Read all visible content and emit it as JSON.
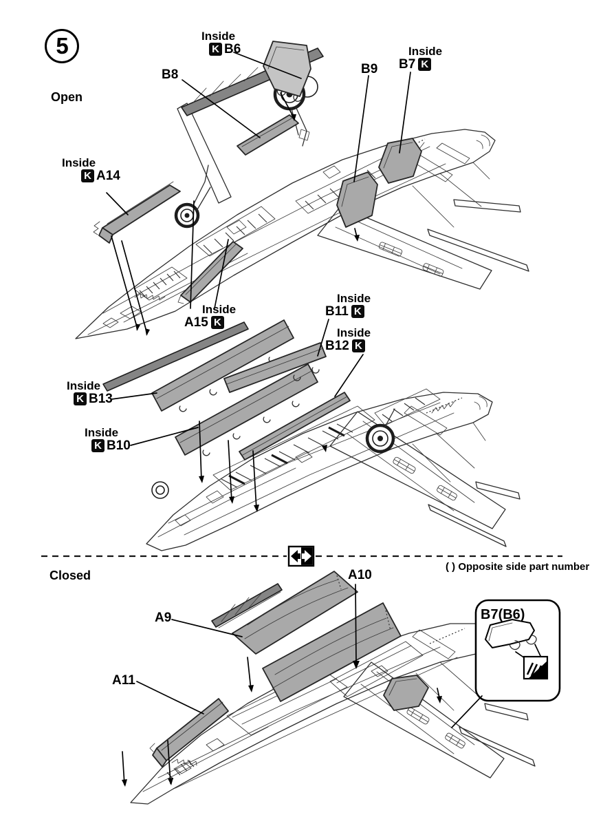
{
  "page": {
    "step_number": "5",
    "open_label": "Open",
    "closed_label": "Closed",
    "opposite_note": "( ) Opposite side part number"
  },
  "icons": {
    "flip_icon": "turn-to-opposite-side arrows",
    "k_marker": "K",
    "attachment_symbol": "hatched corner marker"
  },
  "colors": {
    "paper": "#ffffff",
    "line_art": "#2d2d2d",
    "part_fill": "#a9a9a9",
    "marker_bg": "#0c0c0c",
    "marker_fg": "#ffffff"
  },
  "labels": {
    "b6": {
      "prefix": "Inside",
      "symbol": "K",
      "part": "B6"
    },
    "b8": {
      "part": "B8"
    },
    "b9": {
      "part": "B9"
    },
    "b7": {
      "prefix": "Inside",
      "part": "B7",
      "symbol": "K"
    },
    "a14": {
      "prefix": "Inside",
      "symbol": "K",
      "part": "A14"
    },
    "a15": {
      "prefix": "Inside",
      "part": "A15",
      "symbol": "K"
    },
    "b11": {
      "prefix": "Inside",
      "part": "B11",
      "symbol": "K"
    },
    "b12": {
      "prefix": "Inside",
      "part": "B12",
      "symbol": "K"
    },
    "b13": {
      "prefix": "Inside",
      "symbol": "K",
      "part": "B13"
    },
    "b10": {
      "prefix": "Inside",
      "symbol": "K",
      "part": "B10"
    },
    "a9": {
      "part": "A9"
    },
    "a10": {
      "part": "A10"
    },
    "a11": {
      "part": "A11"
    }
  },
  "inset": {
    "title": "B7(B6)"
  }
}
